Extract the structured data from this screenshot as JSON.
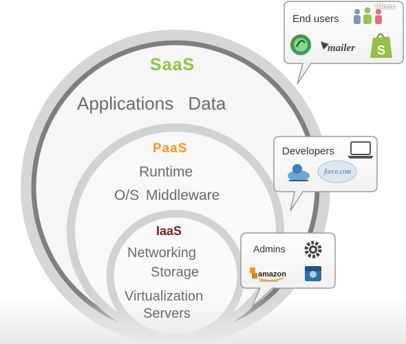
{
  "close_label": "Close",
  "saas": {
    "title": "SaaS",
    "items": "Applications Data"
  },
  "paas": {
    "title": "PaaS",
    "line1": "Runtime",
    "line2": "O/S Middleware"
  },
  "iaas": {
    "title": "IaaS",
    "line1": "Networking",
    "line2": "Storage",
    "line3": "Virtualization",
    "line4": "Servers"
  },
  "callouts": {
    "end_users": {
      "label": "End users",
      "logo_mailer": "mailer"
    },
    "developers": {
      "label": "Developers",
      "logo_force": "force.com"
    },
    "admins": {
      "label": "Admins",
      "logo_amazon": "amazon",
      "logo_amazon_sub": "webservices"
    }
  },
  "colors": {
    "saas": "#8dc63f",
    "paas": "#f7941d",
    "iaas": "#7b1e2b",
    "outer_ring": "#7f7f7f",
    "inner_rings": "#cfcfcf"
  }
}
